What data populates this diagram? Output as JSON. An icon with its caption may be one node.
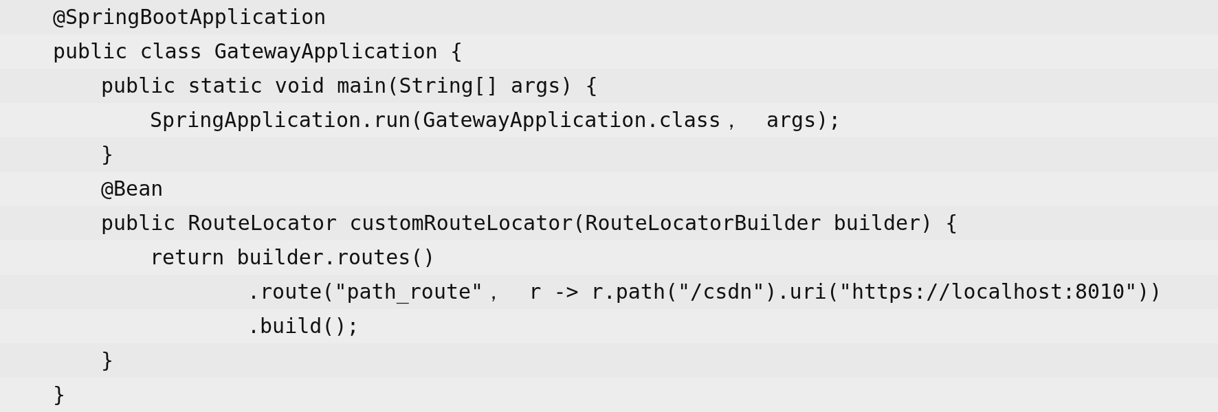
{
  "diagram": {
    "labels": [
      "@SpringBootApplication",
      "public class GatewayApplication {",
      "public static void main(String[] args) {",
      "SpringApplication.run(GatewayApplication.class，  args);",
      "}",
      "@Bean",
      "public RouteLocator customRouteLocator(RouteLocatorBuilder builder) {",
      "return builder.routes()",
      ".route(\"path_route\"，  r -> r.path(\"/csdn\").uri(\"https://localhost:8010\"))",
      ".build();",
      "}",
      "}"
    ]
  }
}
